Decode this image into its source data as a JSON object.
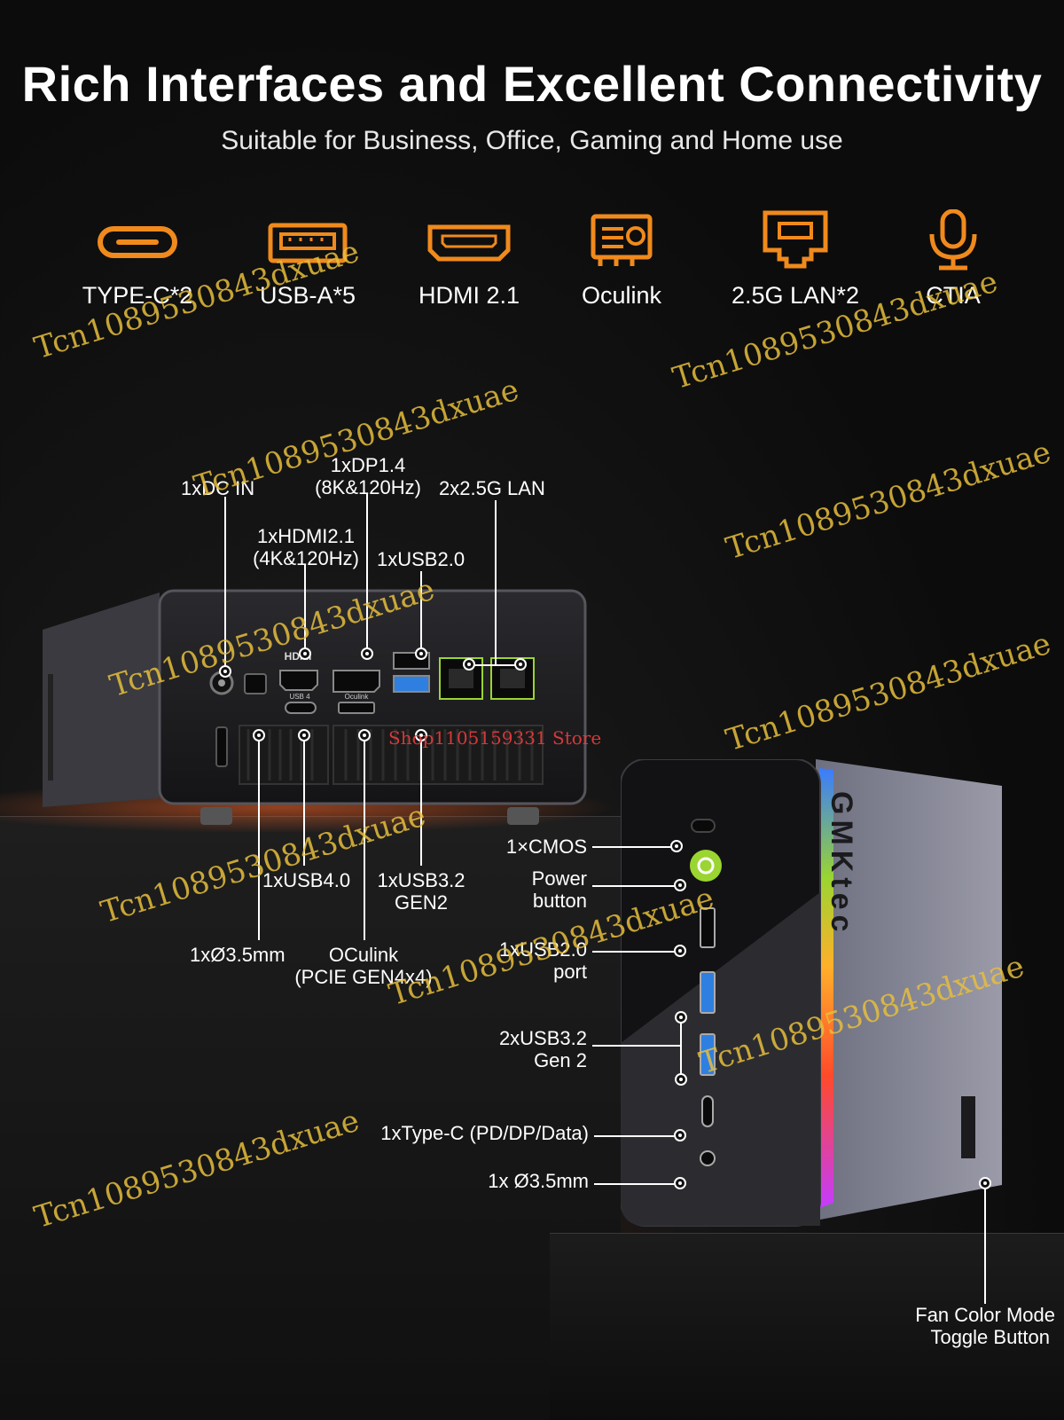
{
  "header": {
    "title": "Rich Interfaces and Excellent Connectivity",
    "subtitle": "Suitable for Business, Office, Gaming and Home use"
  },
  "features": [
    {
      "label": "TYPE-C*2",
      "icon": "usb-c-icon"
    },
    {
      "label": "USB-A*5",
      "icon": "usb-a-icon"
    },
    {
      "label": "HDMI 2.1",
      "icon": "hdmi-icon"
    },
    {
      "label": "Oculink",
      "icon": "oculink-icon"
    },
    {
      "label": "2.5G LAN*2",
      "icon": "lan-icon"
    },
    {
      "label": "CTIA",
      "icon": "microphone-icon"
    }
  ],
  "rear_ports": {
    "dc_in": "1xDC IN",
    "dp_line1": "1xDP1.4",
    "dp_line2": "(8K&120Hz)",
    "lan": "2x2.5G LAN",
    "hdmi_line1": "1xHDMI2.1",
    "hdmi_line2": "(4K&120Hz)",
    "usb20": "1xUSB2.0",
    "usb40": "1xUSB4.0",
    "usb32_line1": "1xUSB3.2",
    "usb32_line2": "GEN2",
    "audio": "1xØ3.5mm",
    "oculink_line1": "OCulink",
    "oculink_line2": "(PCIE GEN4x4)",
    "port_marks": {
      "hdmi": "HDMI",
      "usb4": "USB 4",
      "oculink": "Oculink"
    }
  },
  "front_ports": {
    "cmos": "1×CMOS",
    "power_line1": "Power",
    "power_line2": "button",
    "usb20_line1": "1xUSB2.0",
    "usb20_line2": "port",
    "usb32_line1": "2xUSB3.2",
    "usb32_line2": "Gen 2",
    "typec": "1xType-C (PD/DP/Data)",
    "audio": "1x Ø3.5mm",
    "fan_line1": "Fan Color Mode",
    "fan_line2": "Toggle Button",
    "brand": "GMKtec"
  },
  "watermarks": {
    "text": "Tcn1089530843dxuae",
    "store": "Shop1105159331 Store"
  },
  "colors": {
    "accent_orange": "#f08a1c",
    "power_green": "#9ad531",
    "usb3_blue": "#2f7fe0"
  }
}
